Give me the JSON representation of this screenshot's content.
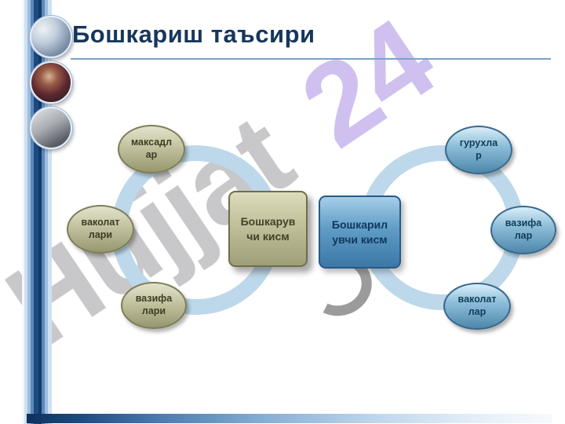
{
  "slide": {
    "title": "Бошкариш таъсири",
    "watermark": {
      "word": "Hujjat",
      "number": "24"
    }
  },
  "sidebar": {
    "photos": [
      {
        "name": "office-desk-photo"
      },
      {
        "name": "business-meeting-photo"
      },
      {
        "name": "walking-people-photo"
      }
    ]
  },
  "diagram": {
    "left_group": {
      "hub": "Бошкарувчи кисм",
      "nodes": [
        "максадлар",
        "ваколатлари",
        "вазифалари"
      ]
    },
    "right_group": {
      "hub": "Бошкарилувчи кисм",
      "nodes": [
        "гурухлар",
        "вазифалар",
        "ваколатлар"
      ]
    }
  },
  "colors": {
    "title": "#17365d",
    "ring": "#bdd8ea",
    "olive_node": "#b3b38c",
    "blue_node": "#4e87ab",
    "watermark_gray": "#96969b",
    "watermark_purple": "#a88ce4",
    "footer_dark_blue": "#0f3060"
  }
}
